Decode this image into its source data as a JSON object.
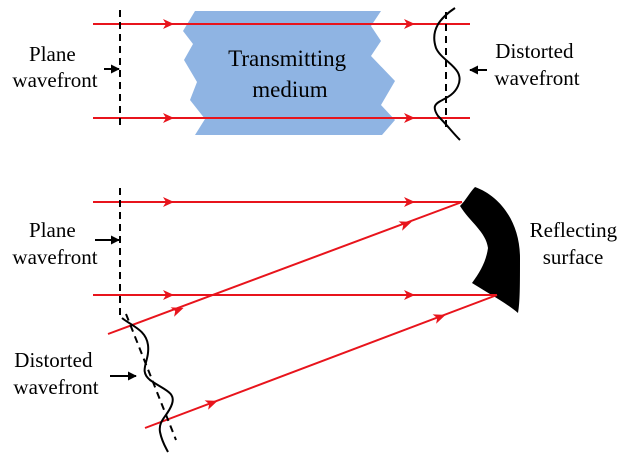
{
  "top": {
    "left_label": [
      "Plane",
      "wavefront"
    ],
    "medium_label": [
      "Transmitting",
      "medium"
    ],
    "right_label": [
      "Distorted",
      "wavefront"
    ]
  },
  "bottom": {
    "left_label": [
      "Plane",
      "wavefront"
    ],
    "surface_label": [
      "Reflecting",
      "surface"
    ],
    "distorted_label": [
      "Distorted",
      "wavefront"
    ]
  },
  "colors": {
    "ray": "#e8141c",
    "medium": "#8fb4e3",
    "ink": "#000000"
  }
}
